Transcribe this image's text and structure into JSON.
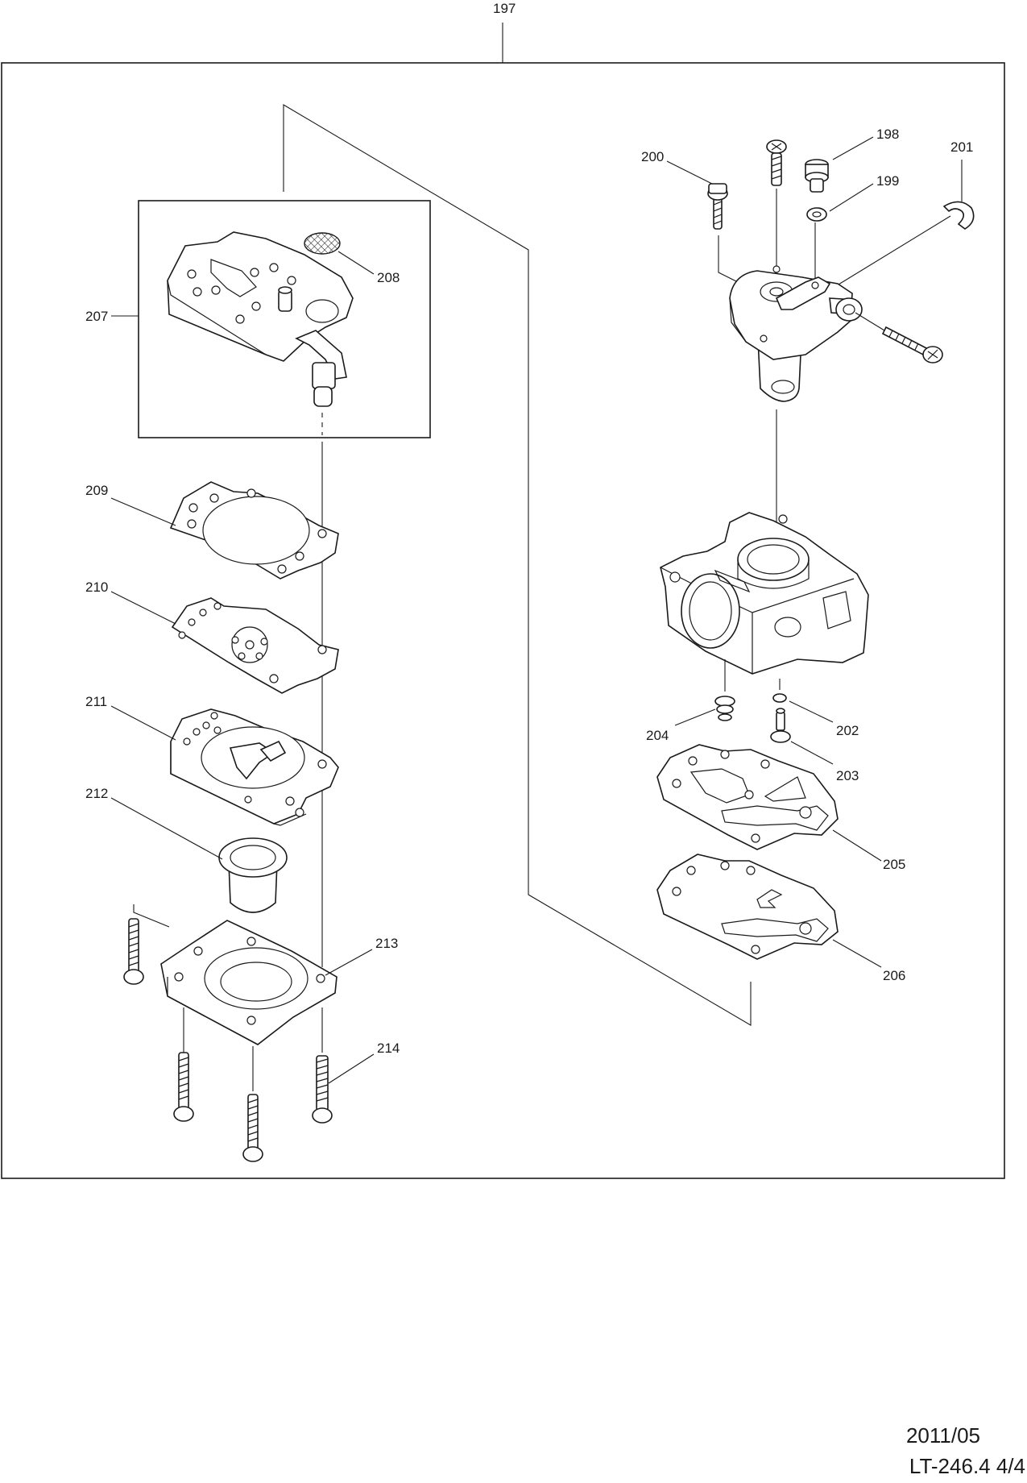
{
  "footer": {
    "date": "2011/05",
    "ref": "LT-246.4 4/4"
  },
  "callouts": {
    "p197": "197",
    "p198": "198",
    "p199": "199",
    "p200": "200",
    "p201": "201",
    "p202": "202",
    "p203": "203",
    "p204": "204",
    "p205": "205",
    "p206": "206",
    "p207": "207",
    "p208": "208",
    "p209": "209",
    "p210": "210",
    "p211": "211",
    "p212": "212",
    "p213": "213",
    "p214": "214"
  }
}
